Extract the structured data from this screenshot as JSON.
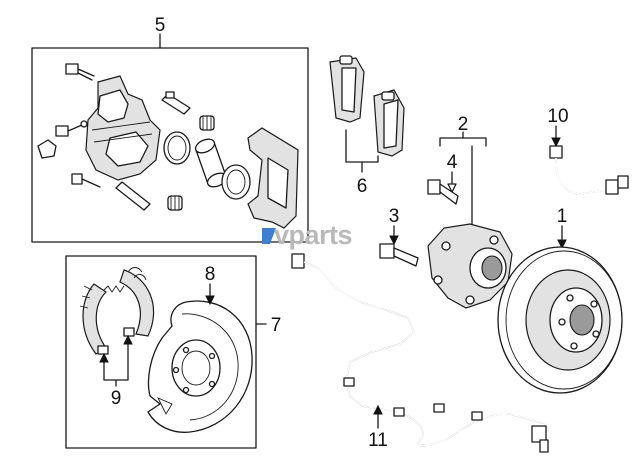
{
  "watermark": {
    "brand": "vparts"
  },
  "callouts": {
    "c1": "1",
    "c2": "2",
    "c3": "3",
    "c4": "4",
    "c5": "5",
    "c6": "6",
    "c7": "7",
    "c8": "8",
    "c9": "9",
    "c10": "10",
    "c11": "11"
  }
}
